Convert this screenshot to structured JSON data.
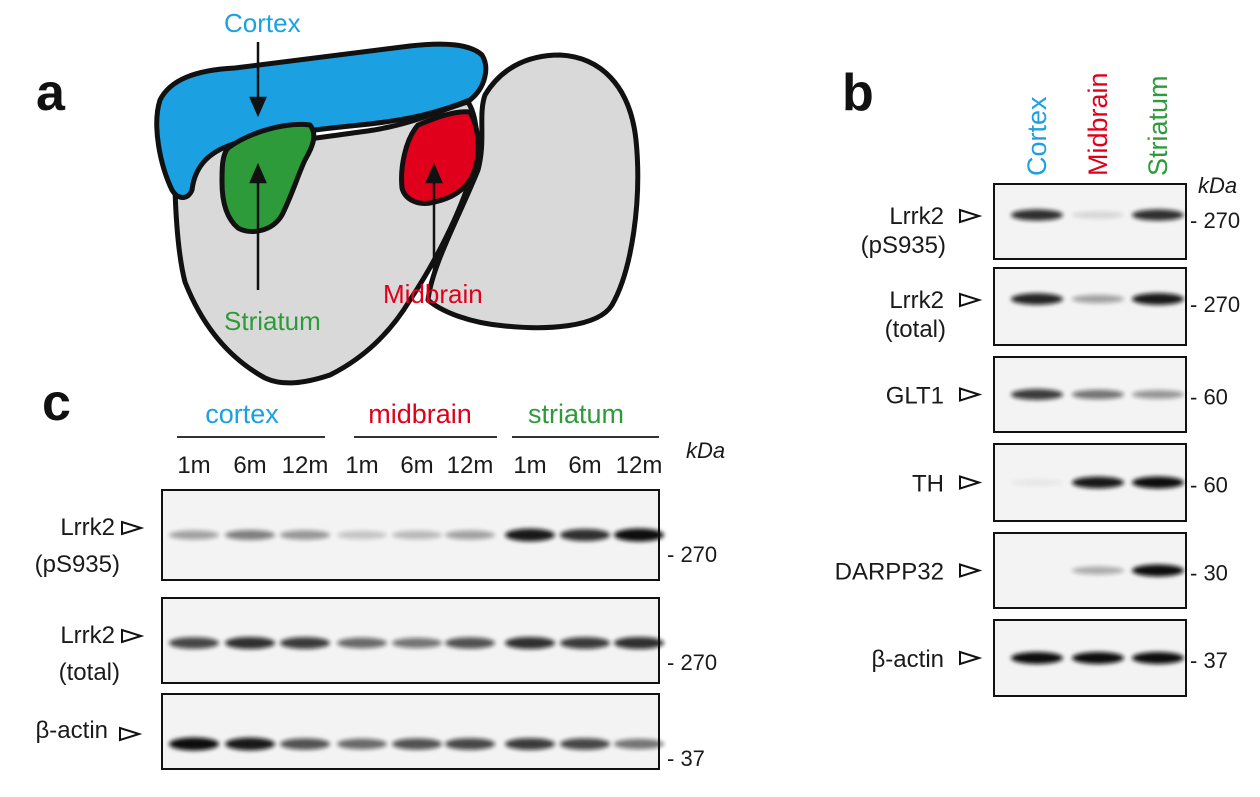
{
  "colors": {
    "cortex": "#1ba1e2",
    "midbrain": "#e0001b",
    "striatum": "#2e9b3a",
    "brain_fill": "#d9d9da",
    "outline": "#111111"
  },
  "panel_a": {
    "letter": "a",
    "labels": {
      "cortex": "Cortex",
      "striatum": "Striatum",
      "midbrain": "Midbrain"
    }
  },
  "panel_b": {
    "letter": "b",
    "columns": [
      "Cortex",
      "Midbrain",
      "Striatum"
    ],
    "kda_label": "kDa",
    "blots": [
      {
        "label": [
          "Lrrk2",
          "(pS935)"
        ],
        "kda": "- 270",
        "bands": [
          0.85,
          0.12,
          0.85
        ]
      },
      {
        "label": [
          "Lrrk2",
          "(total)"
        ],
        "kda": "- 270",
        "bands": [
          0.9,
          0.35,
          0.95
        ]
      },
      {
        "label": [
          "GLT1"
        ],
        "kda": "- 60",
        "bands": [
          0.8,
          0.55,
          0.4
        ]
      },
      {
        "label": [
          "TH"
        ],
        "kda": "- 60",
        "bands": [
          0.05,
          0.95,
          1.0
        ]
      },
      {
        "label": [
          "DARPP32"
        ],
        "kda": "- 30",
        "bands": [
          0.0,
          0.3,
          1.0
        ]
      },
      {
        "label": [
          "β-actin"
        ],
        "kda": "- 37",
        "bands": [
          1.0,
          1.0,
          1.0
        ]
      }
    ]
  },
  "panel_c": {
    "letter": "c",
    "groups": [
      "cortex",
      "midbrain",
      "striatum"
    ],
    "ages": [
      "1m",
      "6m",
      "12m",
      "1m",
      "6m",
      "12m",
      "1m",
      "6m",
      "12m"
    ],
    "kda_label": "kDa",
    "blots": [
      {
        "label": [
          "Lrrk2",
          "(pS935)"
        ],
        "kda": "- 270",
        "bands": [
          0.35,
          0.5,
          0.4,
          0.2,
          0.25,
          0.35,
          0.95,
          0.85,
          1.0
        ]
      },
      {
        "label": [
          "Lrrk2",
          "(total)"
        ],
        "kda": "- 270",
        "bands": [
          0.75,
          0.85,
          0.8,
          0.6,
          0.55,
          0.7,
          0.85,
          0.8,
          0.85
        ]
      },
      {
        "label": [
          "β-actin"
        ],
        "kda": "- 37",
        "bands": [
          1.0,
          0.95,
          0.7,
          0.6,
          0.7,
          0.75,
          0.8,
          0.75,
          0.55
        ]
      }
    ]
  }
}
